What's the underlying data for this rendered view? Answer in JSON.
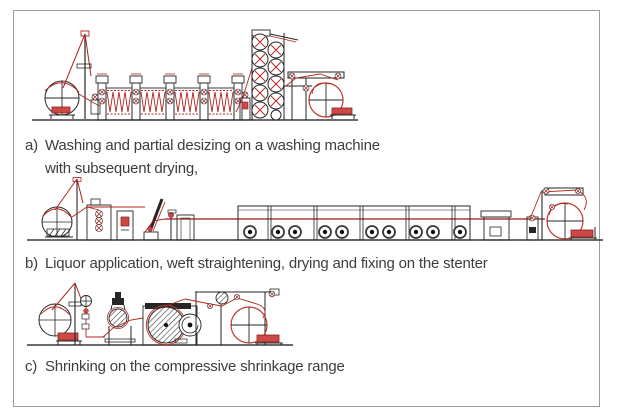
{
  "figure": {
    "type": "technical-process-diagram",
    "background": "#ffffff",
    "border_color": "#9e9e9e"
  },
  "colors": {
    "machine_outline": "#262626",
    "accent_red": "#b3241f",
    "red_fill": "#cc4946",
    "ground_line": "#3a3a3a",
    "caption_text": "#3d3d3d"
  },
  "captions": [
    {
      "label": "a)",
      "lines": [
        "Washing and partial desizing on a washing machine",
        "with subsequent drying,"
      ]
    },
    {
      "label": "b)",
      "lines": [
        "Liquor application, weft straightening, drying and fixing on the stenter"
      ]
    },
    {
      "label": "c)",
      "lines": [
        "Shrinking on the compressive shrinkage range"
      ]
    }
  ],
  "diagrams": [
    {
      "id": "a",
      "name": "washing-machine-with-drying-illustration"
    },
    {
      "id": "b",
      "name": "stenter-line-illustration"
    },
    {
      "id": "c",
      "name": "compressive-shrinkage-range-illustration"
    }
  ]
}
